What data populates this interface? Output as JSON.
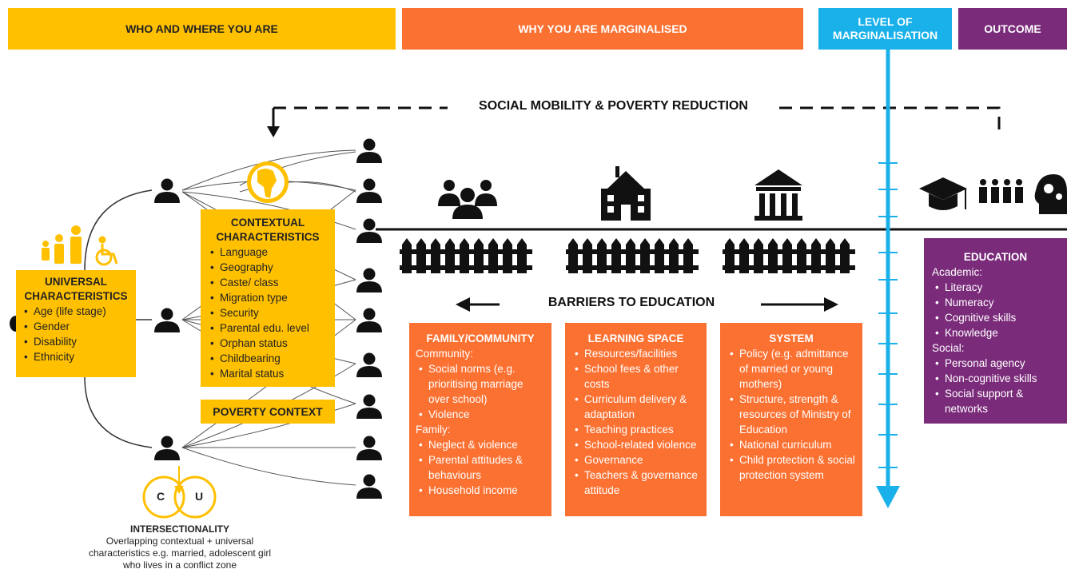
{
  "headers": {
    "who": "WHO AND WHERE YOU ARE",
    "why": "WHY YOU ARE MARGINALISED",
    "level_line1": "LEVEL OF",
    "level_line2": "MARGINALISATION",
    "outcome": "OUTCOME"
  },
  "mobility_label": "SOCIAL MOBILITY & POVERTY REDUCTION",
  "barriers_label": "BARRIERS TO EDUCATION",
  "universal": {
    "title": "UNIVERSAL CHARACTERISTICS",
    "items": [
      "Age (life stage)",
      "Gender",
      "Disability",
      "Ethnicity"
    ]
  },
  "contextual": {
    "title": "CONTEXTUAL CHARACTERISTICS",
    "items": [
      "Language",
      "Geography",
      "Caste/ class",
      "Migration type",
      "Security",
      "Parental edu. level",
      "Orphan status",
      "Childbearing",
      "Marital status"
    ]
  },
  "poverty_context": "POVERTY CONTEXT",
  "intersectionality": {
    "c": "C",
    "u": "U",
    "title": "INTERSECTIONALITY",
    "desc1": "Overlapping contextual + universal",
    "desc2": "characteristics e.g. married, adolescent girl",
    "desc3": "who lives in a conflict zone"
  },
  "family": {
    "title": "FAMILY/COMMUNITY",
    "community_label": "Community:",
    "community_items": [
      "Social norms (e.g. prioritising marriage over school)",
      "Violence"
    ],
    "family_label": "Family:",
    "family_items": [
      "Neglect & violence",
      "Parental attitudes & behaviours",
      "Household income"
    ]
  },
  "learning": {
    "title": "LEARNING SPACE",
    "items": [
      "Resources/facilities",
      "School fees & other costs",
      "Curriculum delivery & adaptation",
      "Teaching practices",
      "School-related violence",
      "Governance",
      "Teachers & governance attitude"
    ]
  },
  "system": {
    "title": "SYSTEM",
    "items": [
      "Policy (e.g. admittance of married or young mothers)",
      "Structure, strength & resources of Ministry of Education",
      "National curriculum",
      "Child protection & social protection system"
    ]
  },
  "education": {
    "title": "EDUCATION",
    "academic_label": "Academic:",
    "academic_items": [
      "Literacy",
      "Numeracy",
      "Cognitive skills",
      "Knowledge"
    ],
    "social_label": "Social:",
    "social_items": [
      "Personal agency",
      "Non-cognitive skills",
      "Social support & networks"
    ]
  },
  "colors": {
    "yellow": "#ffc000",
    "orange": "#fb7132",
    "blue": "#1ab0ea",
    "purple": "#7a2b7a",
    "black": "#111111"
  },
  "icons": [
    "person-icon",
    "family-icon",
    "disability-icon",
    "globe-icon",
    "group-icon",
    "school-icon",
    "government-building-icon",
    "fence-icon",
    "graduation-cap-icon",
    "head-gears-icon",
    "arrow-left-icon",
    "arrow-right-icon",
    "arrow-down-icon"
  ]
}
